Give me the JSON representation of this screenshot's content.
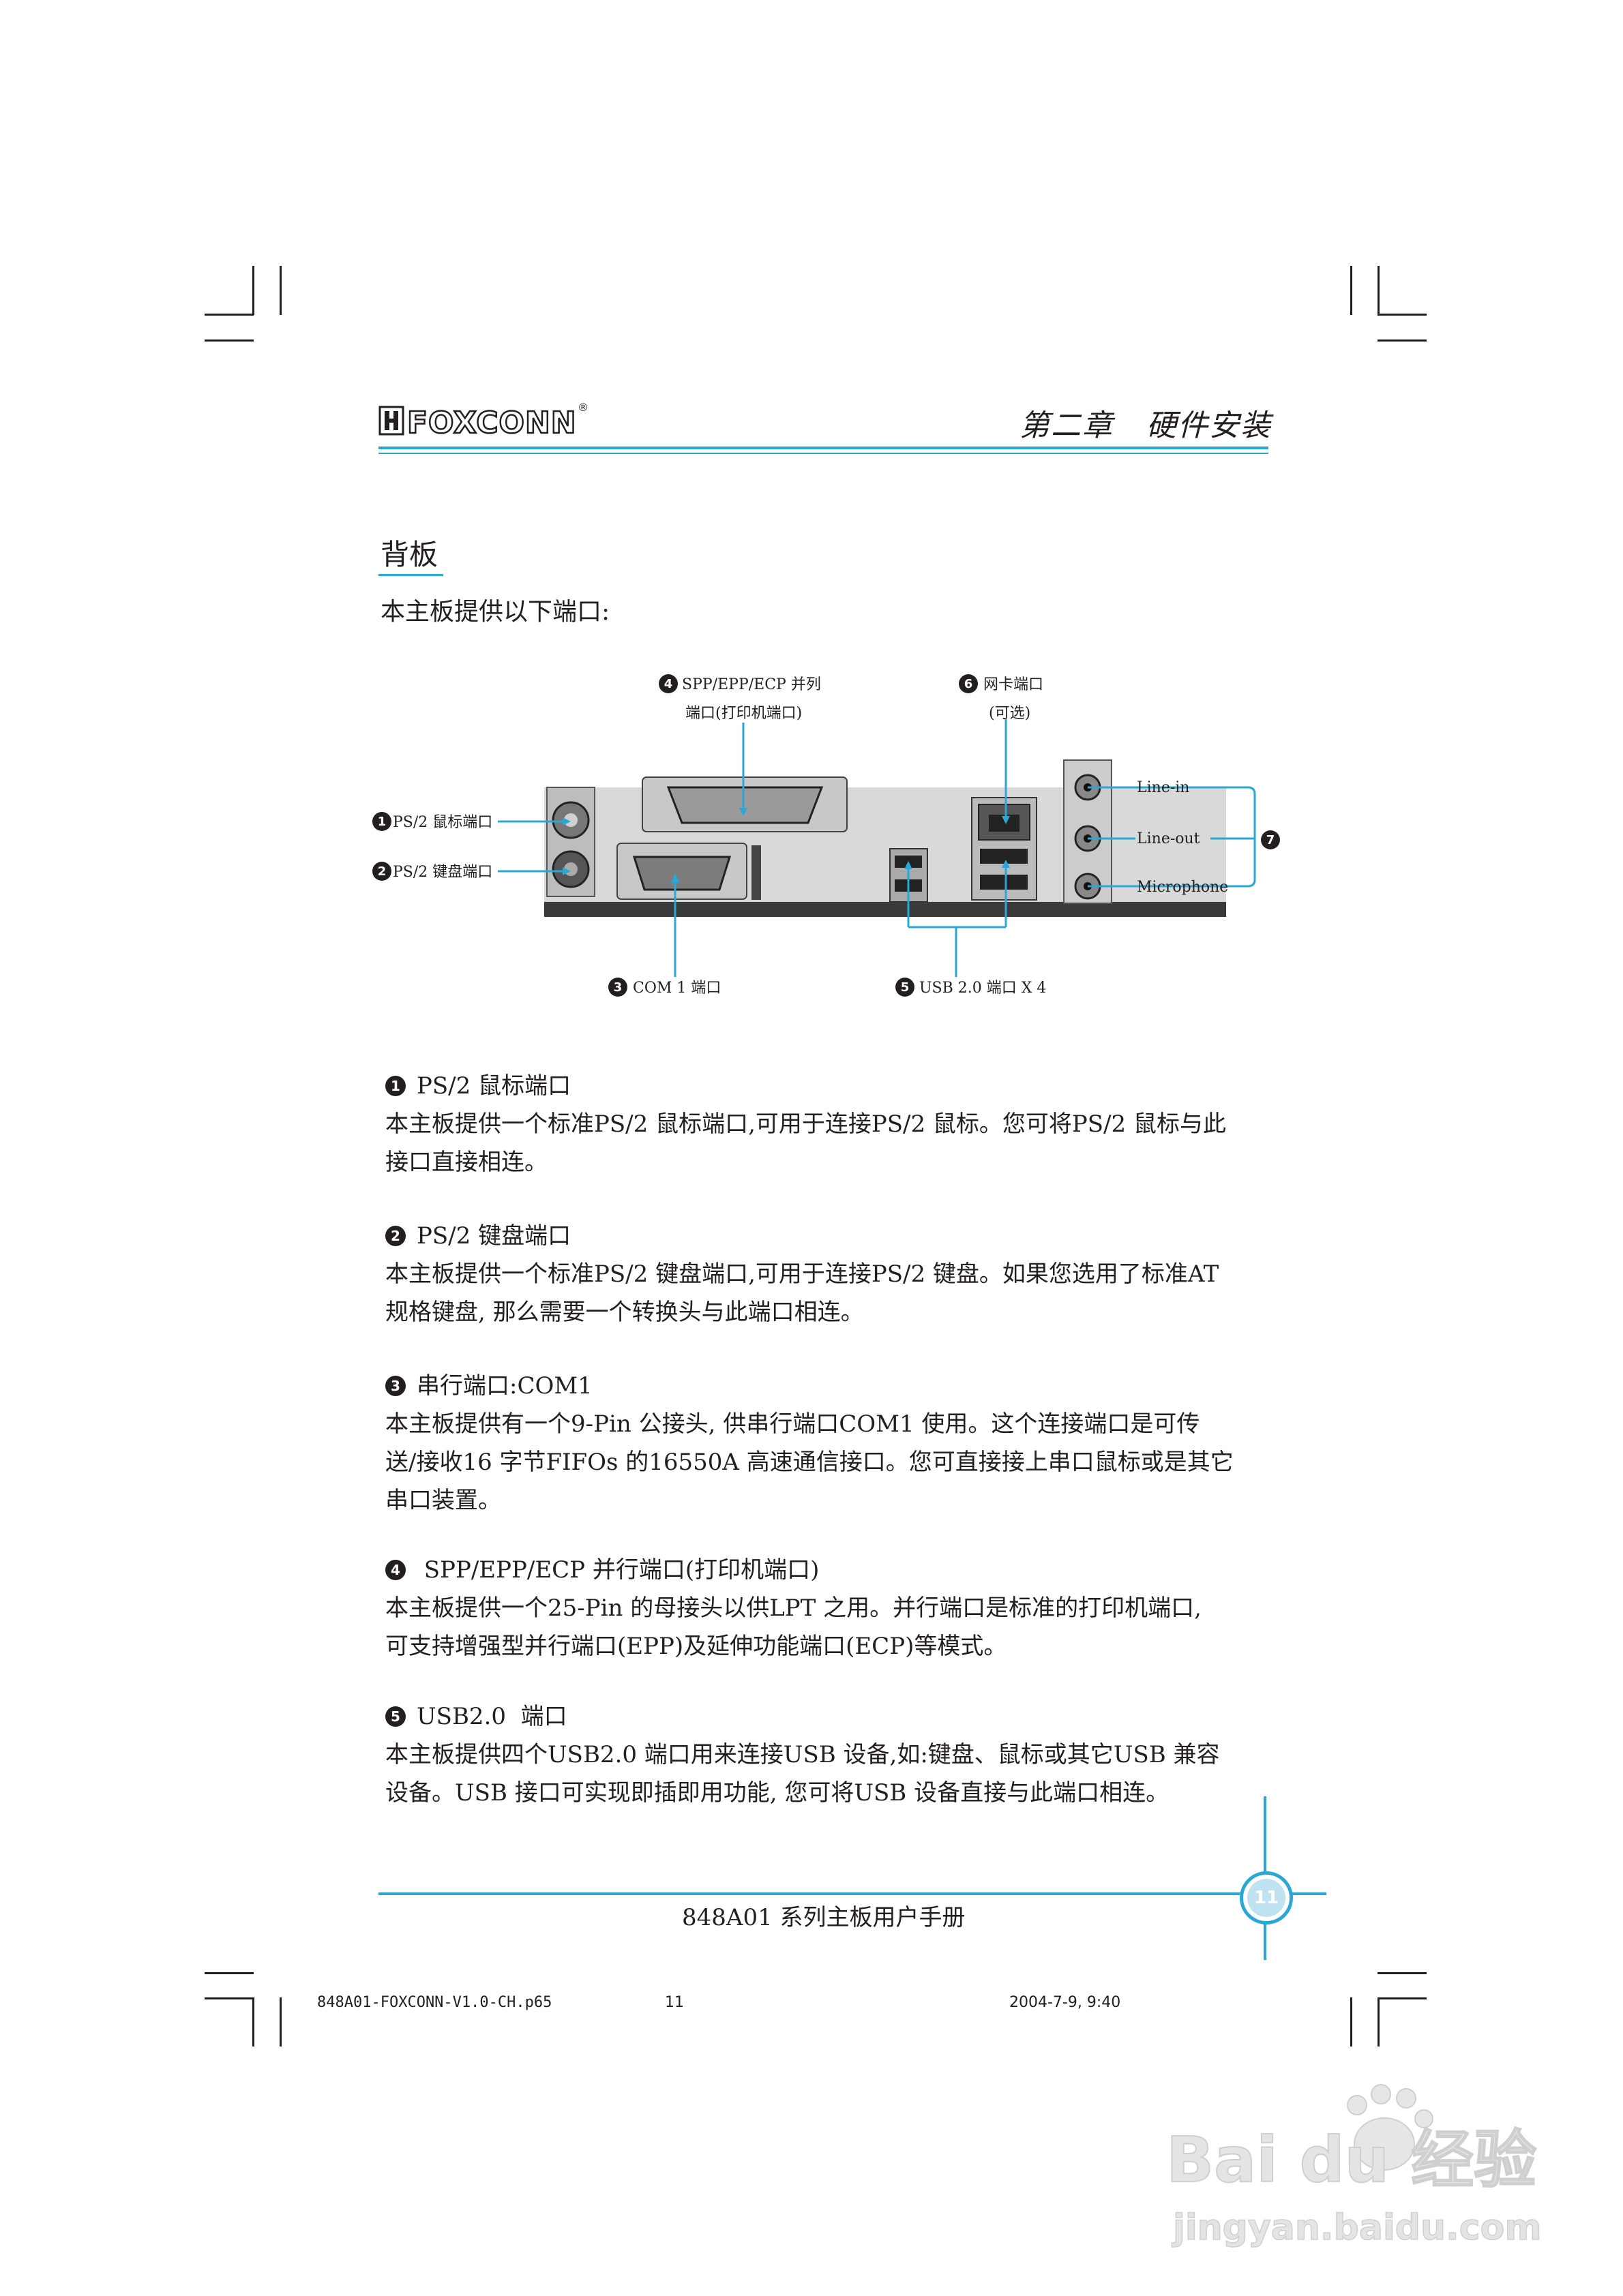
{
  "header": {
    "logo_text": "FOXCONN",
    "logo_mark": "®",
    "chapter": "第二章   硬件安装"
  },
  "section": {
    "title": "背板",
    "intro": "本主板提供以下端口:"
  },
  "diagram": {
    "label_4_line1": "SPP/EPP/ECP 并列",
    "label_4_line2": "端口(打印机端口)",
    "label_6_line1": "网卡端口",
    "label_6_line2": "(可选)",
    "label_1": "PS/2 鼠标端口",
    "label_2": "PS/2 键盘端口",
    "label_3": "COM 1 端口",
    "label_5": "USB 2.0 端口 X 4",
    "audio_line_in": "Line-in",
    "audio_line_out": "Line-out",
    "audio_mic": "Microphone",
    "n1": "1",
    "n2": "2",
    "n3": "3",
    "n4": "4",
    "n5": "5",
    "n6": "6",
    "n7": "7"
  },
  "items": [
    {
      "num": "1",
      "title": "PS/2 鼠标端口",
      "lines": [
        "本主板提供一个标准PS/2 鼠标端口,可用于连接PS/2 鼠标。您可将PS/2 鼠标与此",
        "接口直接相连。"
      ]
    },
    {
      "num": "2",
      "title": "PS/2 键盘端口",
      "lines": [
        "本主板提供一个标准PS/2 键盘端口,可用于连接PS/2 键盘。如果您选用了标准AT",
        "规格键盘, 那么需要一个转换头与此端口相连。"
      ]
    },
    {
      "num": "3",
      "title": "串行端口:COM1",
      "lines": [
        "本主板提供有一个9-Pin 公接头, 供串行端口COM1 使用。这个连接端口是可传",
        "送/接收16 字节FIFOs 的16550A 高速通信接口。您可直接接上串口鼠标或是其它",
        "串口装置。"
      ]
    },
    {
      "num": "4",
      "title": " SPP/EPP/ECP 并行端口(打印机端口)",
      "lines": [
        "本主板提供一个25-Pin 的母接头以供LPT 之用。并行端口是标准的打印机端口,",
        "可支持增强型并行端口(EPP)及延伸功能端口(ECP)等模式。"
      ]
    },
    {
      "num": "5",
      "title": "USB2.0  端口",
      "lines": [
        "本主板提供四个USB2.0  端口用来连接USB 设备,如:键盘、鼠标或其它USB 兼容",
        "设备。USB 接口可实现即插即用功能, 您可将USB 设备直接与此端口相连。"
      ]
    }
  ],
  "footer": {
    "title": "848A01 系列主板用户手册",
    "page_number": "11"
  },
  "slug": {
    "file": "848A01-FOXCONN-V1.0-CH.p65",
    "page": "11",
    "date": "2004-7-9, 9:40"
  },
  "watermark": {
    "brand": "Bai du 经验",
    "url": "jingyan.baidu.com"
  },
  "colors": {
    "accent": "#2aa7d6",
    "ink": "#231f20"
  }
}
